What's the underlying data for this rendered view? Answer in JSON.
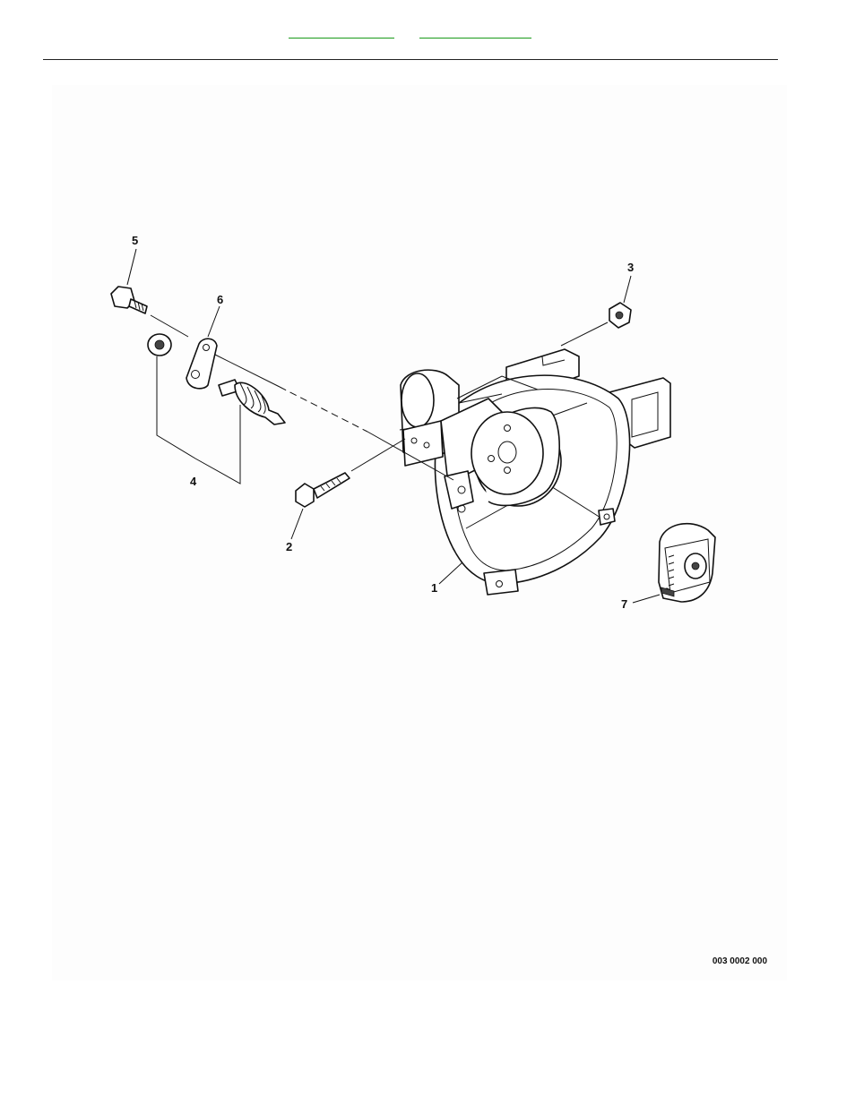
{
  "header": {
    "links": [
      {
        "label": ""
      },
      {
        "label": ""
      }
    ]
  },
  "diagram": {
    "callouts": [
      {
        "number": "1"
      },
      {
        "number": "2"
      },
      {
        "number": "3"
      },
      {
        "number": "4"
      },
      {
        "number": "5"
      },
      {
        "number": "6"
      },
      {
        "number": "7"
      }
    ],
    "reference_code": "003 0002 000"
  }
}
